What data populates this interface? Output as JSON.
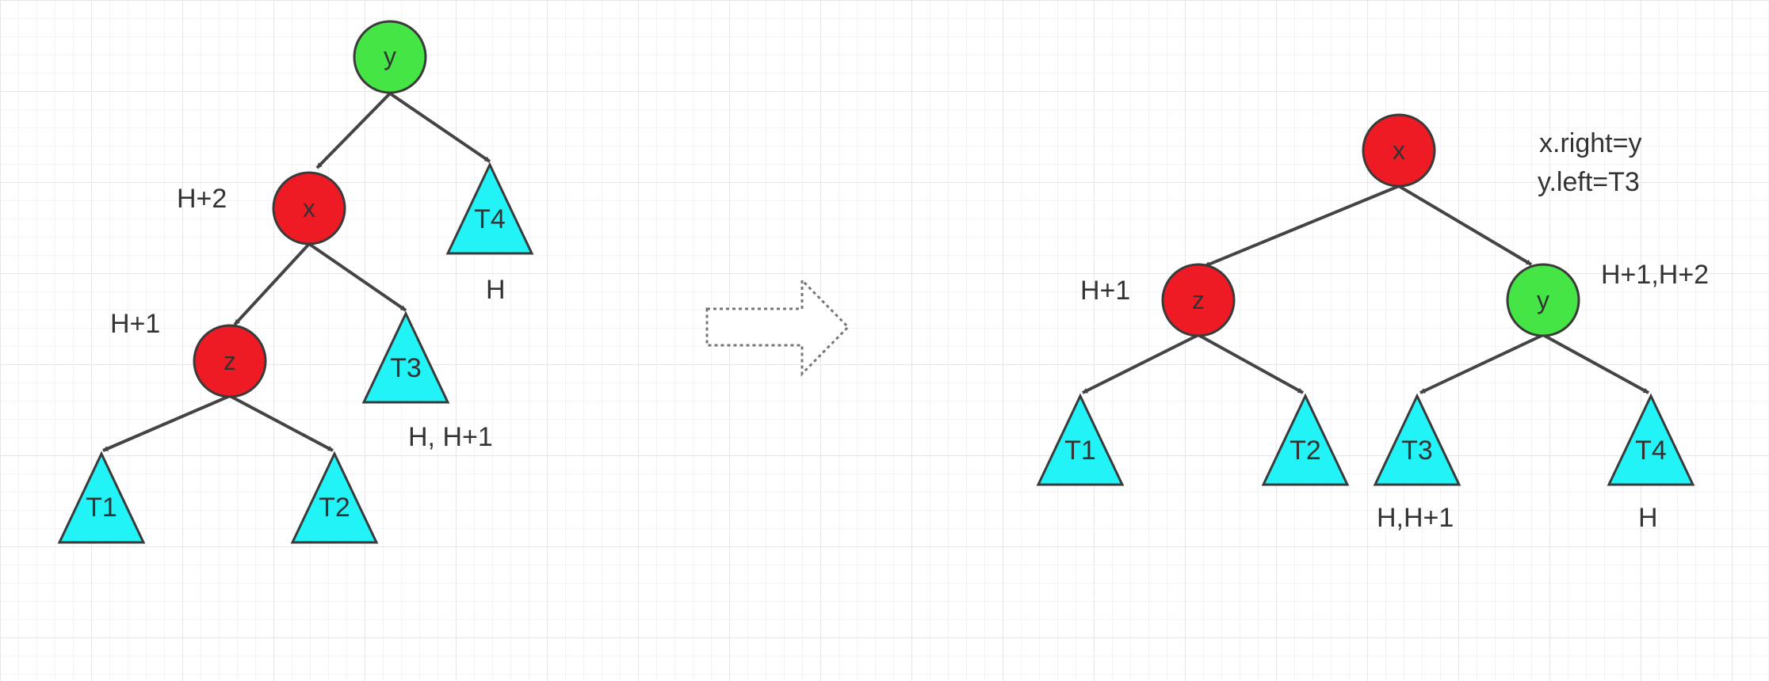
{
  "colors": {
    "red_node": "#ee1b24",
    "green_node": "#46e546",
    "subtree": "#22f3f7",
    "edge": "#444444"
  },
  "before": {
    "nodes": {
      "y": "y",
      "x": "x",
      "z": "z"
    },
    "subtrees": {
      "t1": "T1",
      "t2": "T2",
      "t3": "T3",
      "t4": "T4"
    },
    "annotations": {
      "x_height": "H+2",
      "z_height": "H+1",
      "t4_height": "H",
      "t3_height": "H, H+1"
    }
  },
  "after": {
    "nodes": {
      "x": "x",
      "z": "z",
      "y": "y"
    },
    "subtrees": {
      "t1": "T1",
      "t2": "T2",
      "t3": "T3",
      "t4": "T4"
    },
    "annotations": {
      "code_line1": "x.right=y",
      "code_line2": "y.left=T3",
      "z_height": "H+1",
      "y_height": "H+1,H+2",
      "t3_height": "H,H+1",
      "t4_height": "H"
    }
  },
  "transition_arrow": "dotted-right-arrow"
}
